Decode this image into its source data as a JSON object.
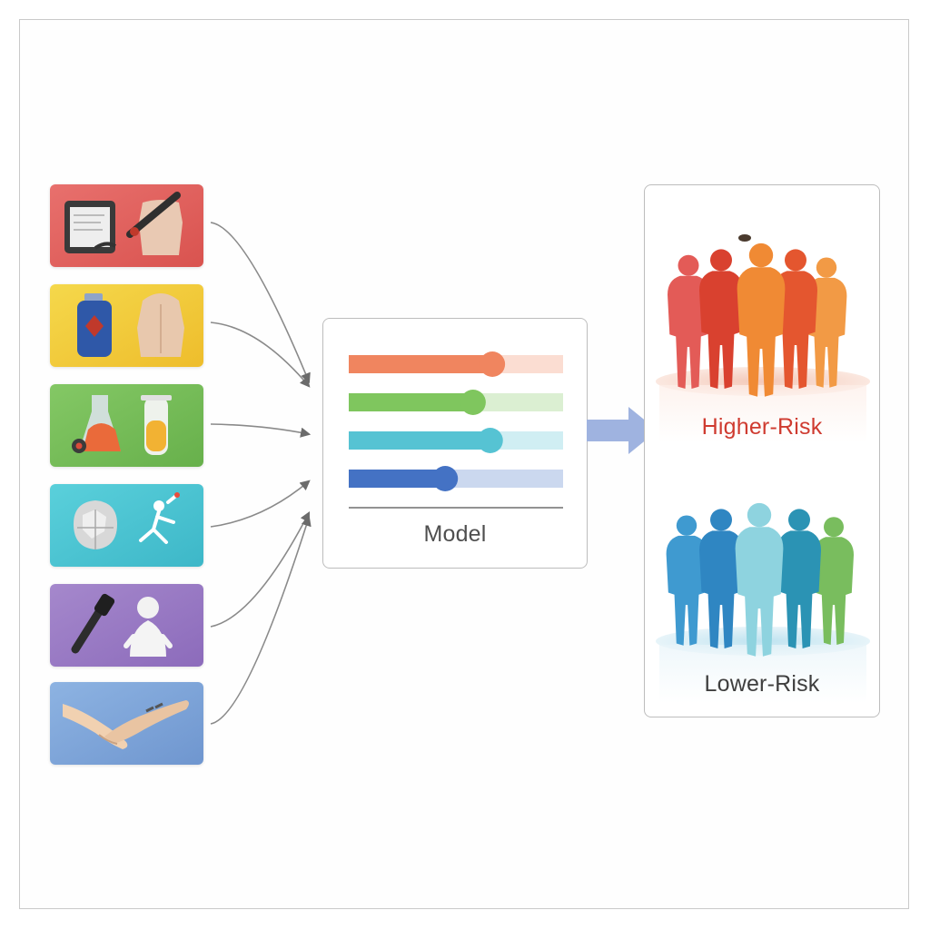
{
  "model": {
    "label": "Model"
  },
  "outputs": {
    "higher_risk": {
      "label": "Higher-Risk",
      "color": "#cf3b30"
    },
    "lower_risk": {
      "label": "Lower-Risk",
      "color": "#3f3f3f"
    }
  },
  "inputs": [
    {
      "icon": "tablet-and-body-icon",
      "color": "#e56462"
    },
    {
      "icon": "blood-bag-and-torso-icon",
      "color": "#f2cc3c"
    },
    {
      "icon": "lab-tubes-icon",
      "color": "#79c05b"
    },
    {
      "icon": "organ-and-walking-figure-icon",
      "color": "#4ec7d3"
    },
    {
      "icon": "probe-and-figure-icon",
      "color": "#9b7bc4"
    },
    {
      "icon": "hands-icon",
      "color": "#7fa5d9"
    }
  ],
  "model_sliders": [
    {
      "color": "#f0855f",
      "level": 0.67
    },
    {
      "color": "#7fc65e",
      "level": 0.58
    },
    {
      "color": "#56c3d3",
      "level": 0.66
    },
    {
      "color": "#4472c4",
      "level": 0.45
    }
  ]
}
